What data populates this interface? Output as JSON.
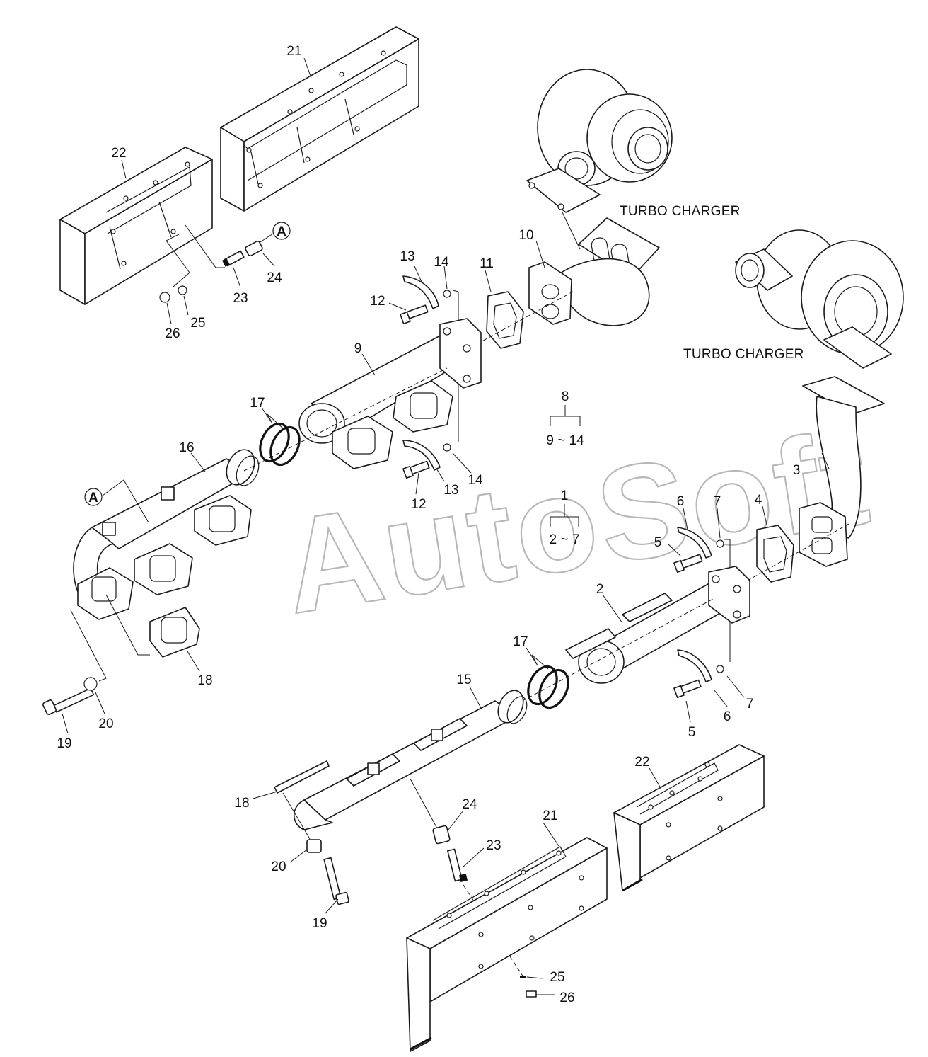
{
  "watermark": "AutoSoft",
  "titles": {
    "turbo_upper": "TURBO CHARGER",
    "turbo_right": "TURBO CHARGER"
  },
  "callout_A": "A",
  "groups": {
    "g8": {
      "top": "8",
      "range": "9 ~ 14"
    },
    "g1": {
      "top": "1",
      "range": "2 ~ 7"
    }
  },
  "labels": {
    "p2": "2",
    "p3": "3",
    "p4": "4",
    "p5a": "5",
    "p5b": "5",
    "p6a": "6",
    "p6b": "6",
    "p7a": "7",
    "p7b": "7",
    "p9": "9",
    "p10": "10",
    "p11": "11",
    "p12a": "12",
    "p12b": "12",
    "p13a": "13",
    "p13b": "13",
    "p14a": "14",
    "p14b": "14",
    "p15": "15",
    "p16": "16",
    "p17a": "17",
    "p17b": "17",
    "p18a": "18",
    "p18b": "18",
    "p19a": "19",
    "p19b": "19",
    "p20a": "20",
    "p20b": "20",
    "p21a": "21",
    "p21b": "21",
    "p22a": "22",
    "p22b": "22",
    "p23a": "23",
    "p23b": "23",
    "p24a": "24",
    "p24b": "24",
    "p25a": "25",
    "p25b": "25",
    "p26a": "26",
    "p26b": "26"
  }
}
